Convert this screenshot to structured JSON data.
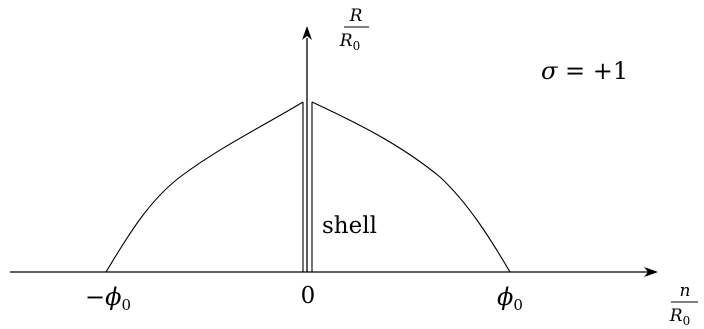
{
  "diagram": {
    "y_axis_label": {
      "numerator": "R",
      "denominator": "R",
      "denominator_sub": "0"
    },
    "x_axis_label": {
      "numerator": "n",
      "denominator": "R",
      "denominator_sub": "0"
    },
    "parameter": {
      "symbol": "σ",
      "relation": " = +1"
    },
    "shell_label": "shell",
    "ticks": {
      "left": {
        "sign": "−",
        "symbol": "ϕ",
        "sub": "0"
      },
      "center": "0",
      "right": {
        "symbol": "ϕ",
        "sub": "0"
      }
    }
  }
}
